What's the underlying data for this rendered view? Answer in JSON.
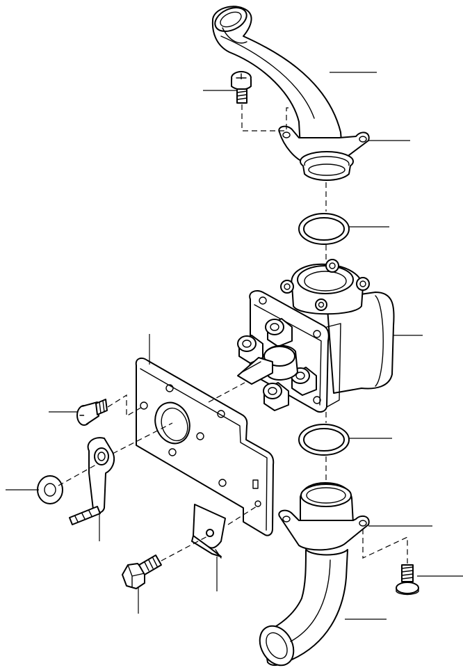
{
  "diagram": {
    "parts": [
      {
        "id": "upper-elbow-hose",
        "icon": "elbow-hose-icon"
      },
      {
        "id": "upper-screw",
        "icon": "screw-icon"
      },
      {
        "id": "upper-flange-plate",
        "icon": "flange-plate-icon"
      },
      {
        "id": "upper-o-ring",
        "icon": "o-ring-icon"
      },
      {
        "id": "valve-body",
        "icon": "valve-body-icon"
      },
      {
        "id": "mounting-bracket",
        "icon": "bracket-plate-icon"
      },
      {
        "id": "left-screw",
        "icon": "screw-icon"
      },
      {
        "id": "lever",
        "icon": "lever-icon"
      },
      {
        "id": "washer",
        "icon": "washer-icon"
      },
      {
        "id": "clip",
        "icon": "clip-icon"
      },
      {
        "id": "bolt",
        "icon": "bolt-icon"
      },
      {
        "id": "lower-o-ring",
        "icon": "o-ring-icon"
      },
      {
        "id": "lower-flange-plate",
        "icon": "flange-plate-icon"
      },
      {
        "id": "lower-screw",
        "icon": "screw-icon"
      },
      {
        "id": "lower-elbow-hose",
        "icon": "elbow-hose-icon"
      }
    ]
  }
}
